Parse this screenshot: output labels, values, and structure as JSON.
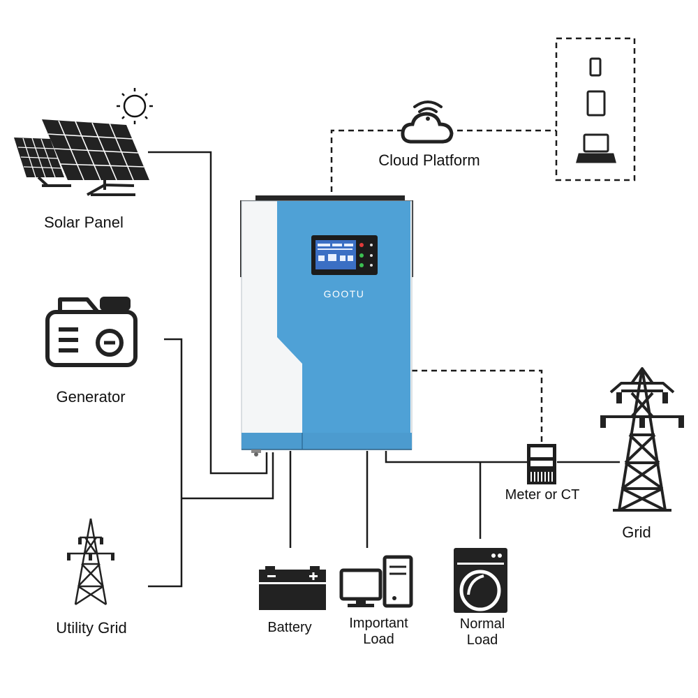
{
  "labels": {
    "solar_panel": "Solar Panel",
    "generator": "Generator",
    "utility_grid": "Utility Grid",
    "cloud_platform": "Cloud Platform",
    "meter": "Meter or CT",
    "grid": "Grid",
    "battery": "Battery",
    "important_load_line1": "Important",
    "important_load_line2": "Load",
    "normal_load_line1": "Normal",
    "normal_load_line2": "Load",
    "brand": "GOOTU"
  },
  "colors": {
    "inverter_blue": "#4fa1d6",
    "inverter_white": "#f4f6f7",
    "inverter_dark": "#262626",
    "line": "#1a1a1a",
    "lcd": "#3b6fc4"
  },
  "icons": [
    "solar-panel-icon",
    "sun-icon",
    "generator-icon",
    "utility-grid-tower-icon",
    "cloud-wifi-icon",
    "phone-icon",
    "tablet-icon",
    "laptop-icon",
    "inverter-icon",
    "meter-icon",
    "grid-tower-icon",
    "battery-icon",
    "desktop-computer-icon",
    "washing-machine-icon"
  ]
}
